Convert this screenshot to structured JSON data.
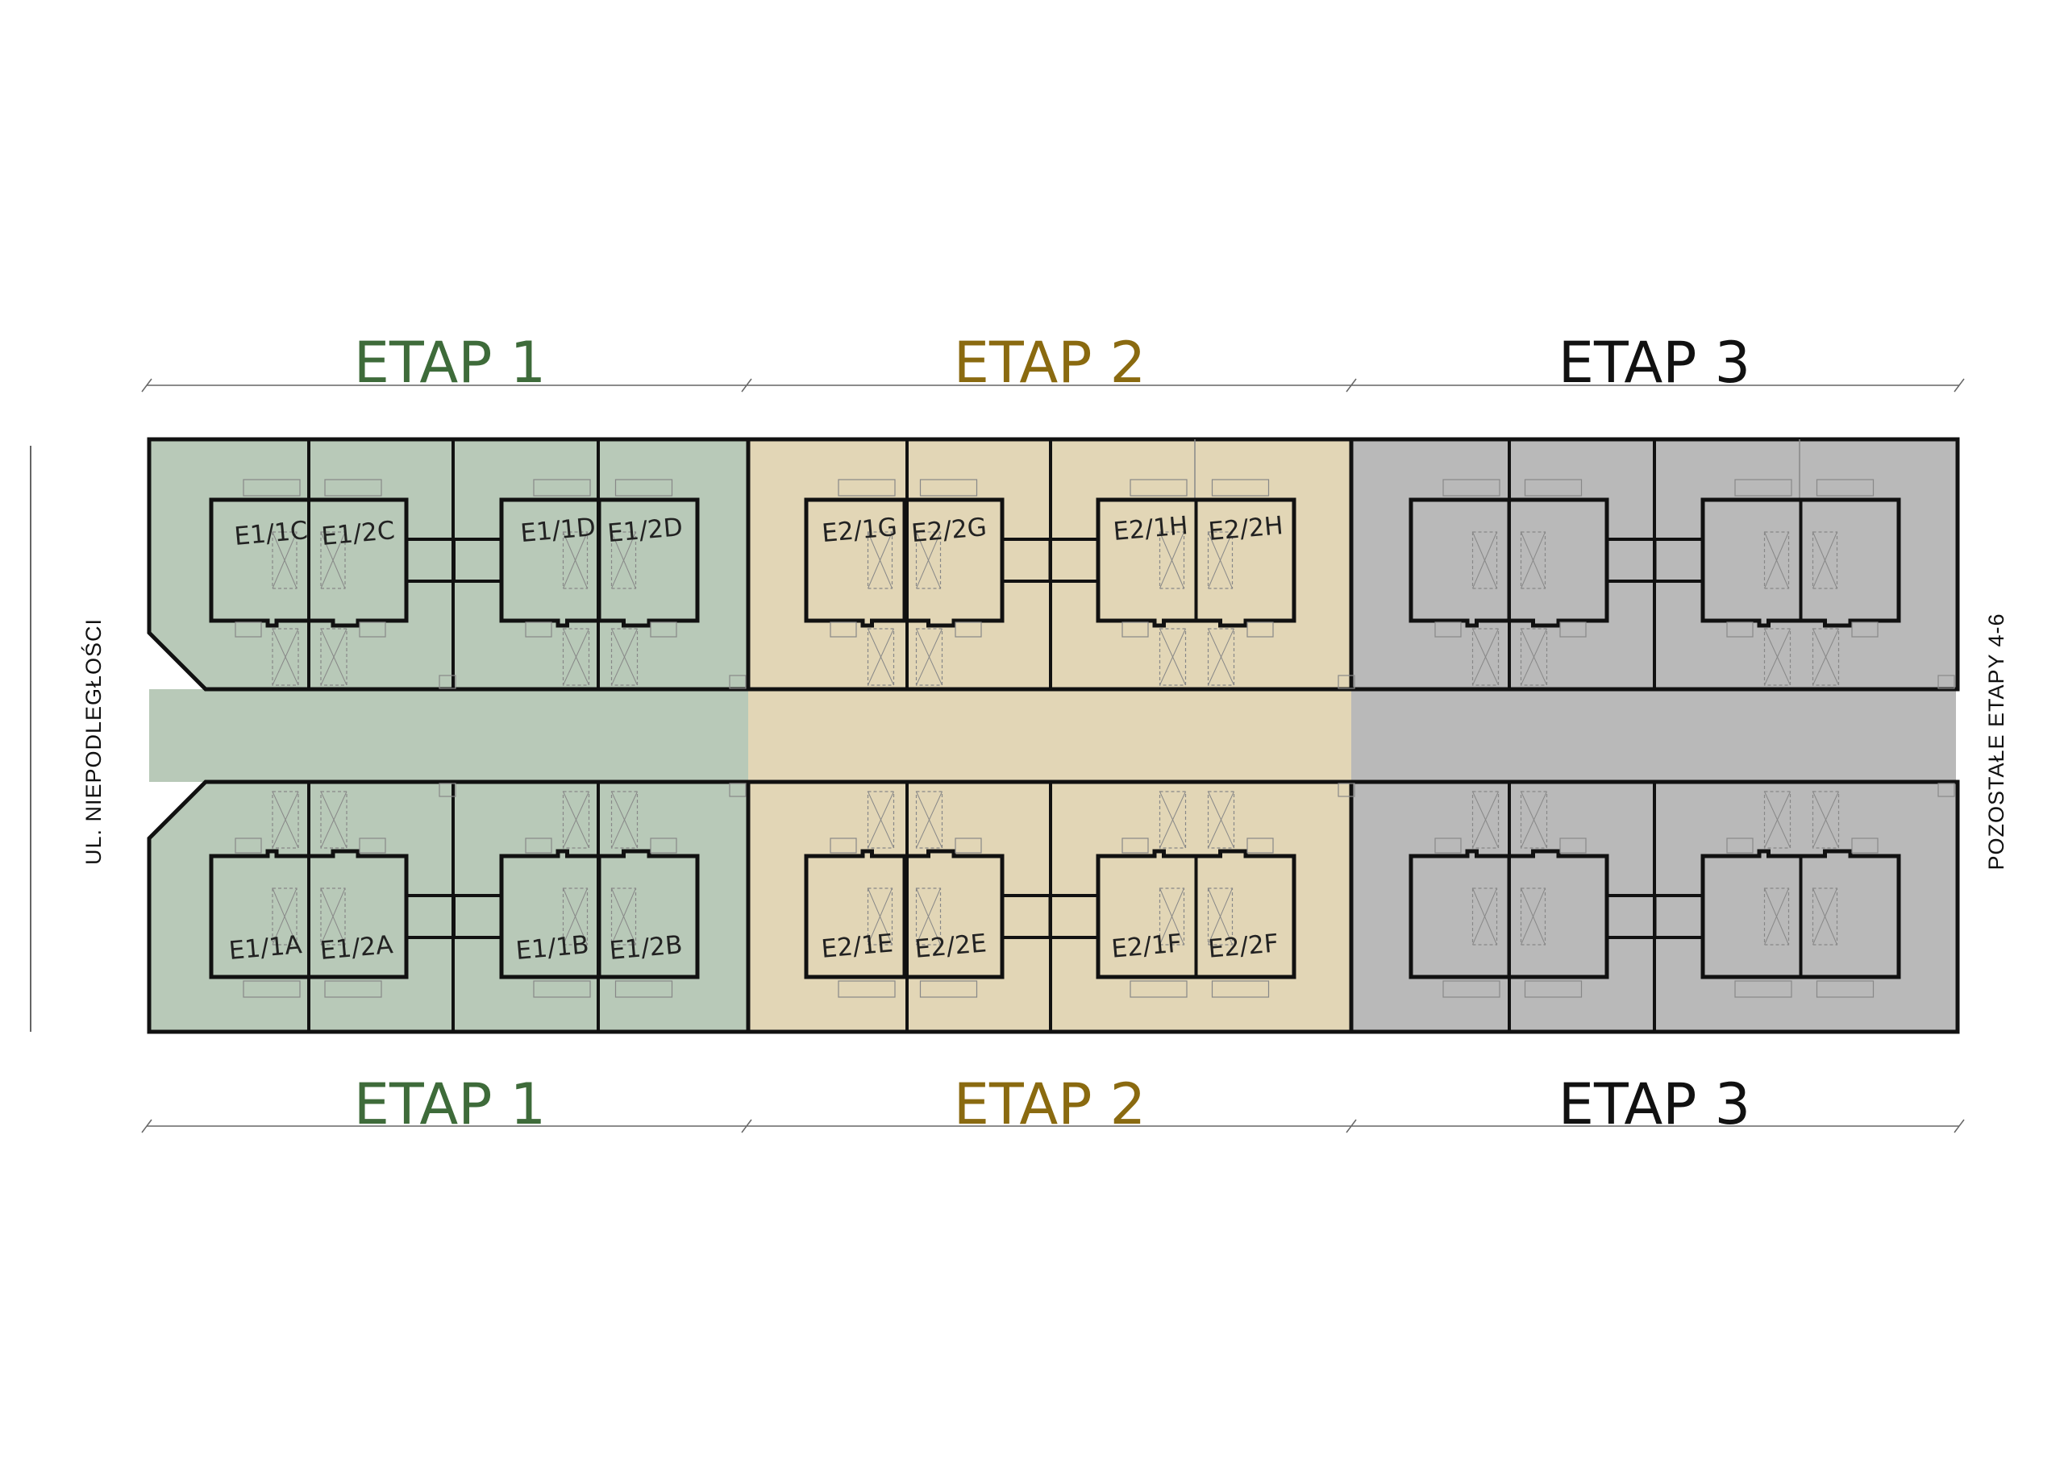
{
  "colors": {
    "etap1_fill": "#b8c9b8",
    "etap2_fill": "#e2d6b6",
    "etap3_fill": "#b9b9b9",
    "etap1_text": "#3e6b3a",
    "etap2_text": "#8a6a10",
    "etap3_text": "#111111"
  },
  "stages_top": [
    "ETAP 1",
    "ETAP 2",
    "ETAP 3"
  ],
  "stages_bottom": [
    "ETAP 1",
    "ETAP 2",
    "ETAP 3"
  ],
  "street_left": "UL. NIEPODLEGŁOŚCI",
  "street_right": "POZOSTAŁE ETAPY 4-6",
  "units": {
    "top": [
      "E1/1C",
      "E1/2C",
      "E1/1D",
      "E1/2D",
      "E2/1G",
      "E2/2G",
      "E2/1H",
      "E2/2H"
    ],
    "bottom": [
      "E1/1A",
      "E1/2A",
      "E1/1B",
      "E1/2B",
      "E2/1E",
      "E2/2E",
      "E2/1F",
      "E2/2F"
    ]
  }
}
